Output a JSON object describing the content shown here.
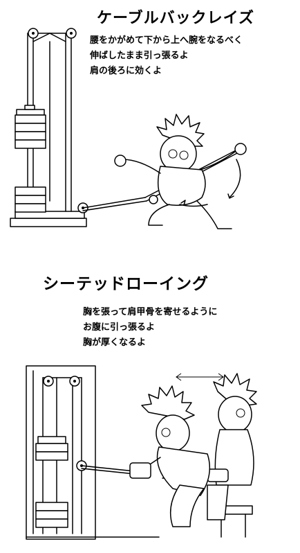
{
  "sections": [
    {
      "title": "ケーブルバックレイズ",
      "lines": [
        "腰をかがめて下から上へ腕をなるべく",
        "伸ばしたまま引っ張るよ",
        "肩の後ろに効くよ"
      ]
    },
    {
      "title": "シーテッドローイング",
      "lines": [
        "胸を張って肩甲骨を寄せるように",
        "お腹に引っ張るよ",
        "胸が厚くなるよ"
      ]
    }
  ]
}
